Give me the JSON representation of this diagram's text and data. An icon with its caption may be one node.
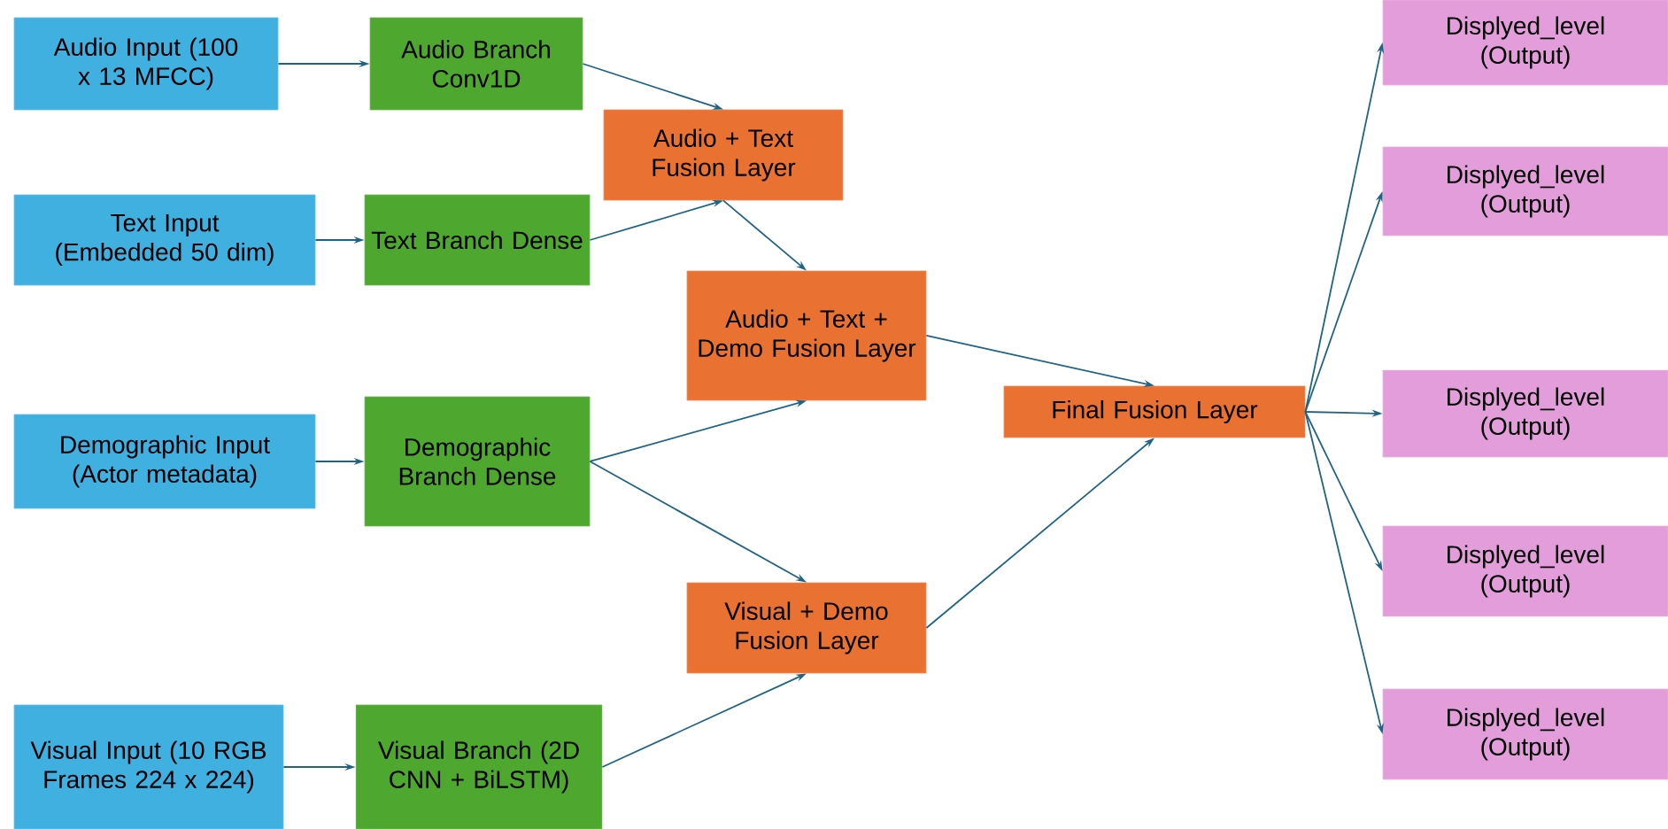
{
  "diagram": {
    "nodes": [
      {
        "text": [
          "Audio Input (100 x 13 MFCC)"
        ]
      },
      {
        "text": [
          "Audio Branch Conv1D"
        ]
      },
      {
        "text": [
          "Text Input (Embedded 50 dim)"
        ]
      },
      {
        "text": [
          "Text Branch Dense"
        ]
      },
      {
        "text": [
          "Audio + Text Fusion Layer"
        ]
      },
      {
        "text": [
          "Audio + Text + Demo Fusion Layer"
        ]
      },
      {
        "text": [
          "Demographic Input (Actor metadata)"
        ]
      },
      {
        "text": [
          "Demographic Branch Dense"
        ]
      },
      {
        "text": [
          "Visual + Demo Fusion Layer"
        ]
      },
      {
        "text": [
          "Visual Input (10 RGB Frames 224 x 224)"
        ]
      },
      {
        "text": [
          "Visual Branch (2D CNN + BiLSTM)"
        ]
      },
      {
        "text": [
          "Final Fusion Layer"
        ]
      },
      {
        "text": [
          "Displyed_level (Output)"
        ]
      },
      {
        "text": [
          "Displyed_level (Output)"
        ]
      },
      {
        "text": [
          "Displyed_level (Output)"
        ]
      },
      {
        "text": [
          "Displyed_level (Output)"
        ]
      },
      {
        "text": [
          "Displyed_level (Output)"
        ]
      }
    ],
    "edges": [
      {
        "from": 0,
        "to": 1,
        "arrow": "to"
      },
      {
        "from": 2,
        "to": 3,
        "arrow": "to"
      },
      {
        "from": 6,
        "to": 7,
        "arrow": "to"
      },
      {
        "from": 9,
        "to": 10,
        "arrow": "to"
      },
      {
        "from": 1,
        "to": 4,
        "arrow": "to"
      },
      {
        "from": 3,
        "to": 4,
        "arrow": "to"
      },
      {
        "from": 4,
        "to": 5,
        "arrow": "to"
      },
      {
        "from": 7,
        "to": 5,
        "arrow": "to"
      },
      {
        "from": 7,
        "to": 8,
        "arrow": "to"
      },
      {
        "from": 10,
        "to": 8,
        "arrow": "to"
      },
      {
        "from": 5,
        "to": 11,
        "arrow": "to"
      },
      {
        "from": 8,
        "to": 11,
        "arrow": "to"
      },
      {
        "from": 11,
        "to": 12,
        "arrow": "to"
      },
      {
        "from": 11,
        "to": 13,
        "arrow": "to"
      },
      {
        "from": 11,
        "to": 14,
        "arrow": "to"
      },
      {
        "from": 11,
        "to": 15,
        "arrow": "to"
      },
      {
        "from": 11,
        "to": 16,
        "arrow": "to"
      }
    ]
  }
}
